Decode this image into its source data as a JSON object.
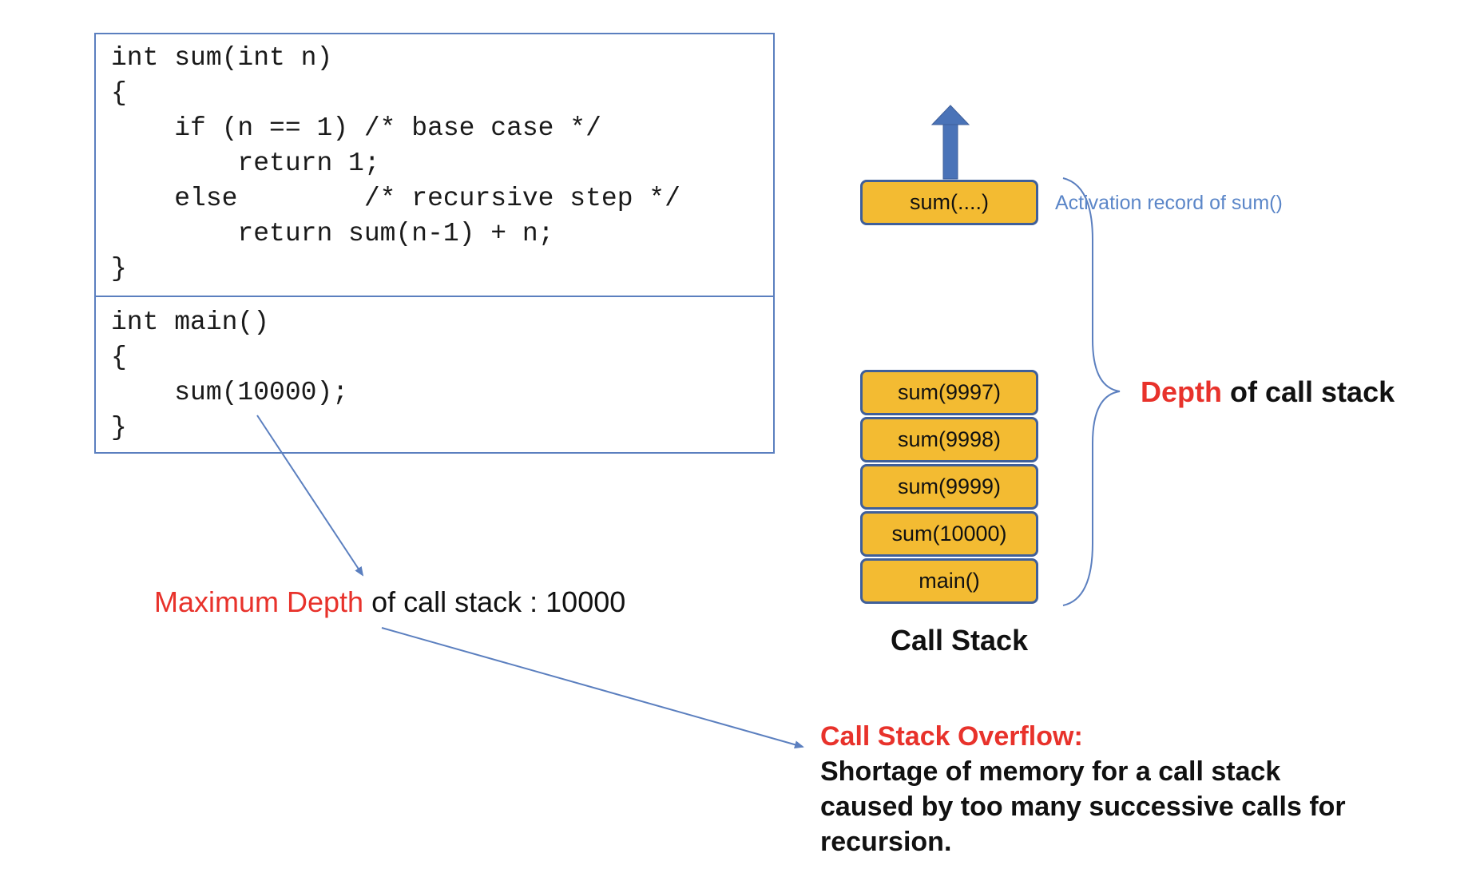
{
  "code": {
    "sum_function": [
      "int sum(int n)",
      "{",
      "    if (n == 1) /* base case */",
      "        return 1;",
      "    else        /* recursive step */",
      "        return sum(n-1) + n;",
      "}"
    ],
    "main_function": [
      "int main()",
      "{",
      "    sum(10000);",
      "}"
    ]
  },
  "call_stack": {
    "top_frame": "sum(....)",
    "frames": [
      "sum(9997)",
      "sum(9998)",
      "sum(9999)",
      "sum(10000)",
      "main()"
    ],
    "label": "Call Stack",
    "frame_color": "#f3bb32",
    "frame_border_color": "#3f5f9a"
  },
  "activation_record_label": "Activation record of sum()",
  "depth_label": {
    "highlight": "Depth",
    "rest": " of call stack"
  },
  "max_depth_label": {
    "highlight": "Maximum Depth",
    "rest": " of call stack : 10000"
  },
  "overflow": {
    "title": "Call Stack Overflow:",
    "lines": [
      "Shortage of memory for a call stack",
      "caused by too many successive calls for",
      "recursion."
    ]
  },
  "colors": {
    "highlight_red": "#e8322b",
    "arrow_blue": "#5b7fbf",
    "label_blue": "#5b86c8"
  }
}
